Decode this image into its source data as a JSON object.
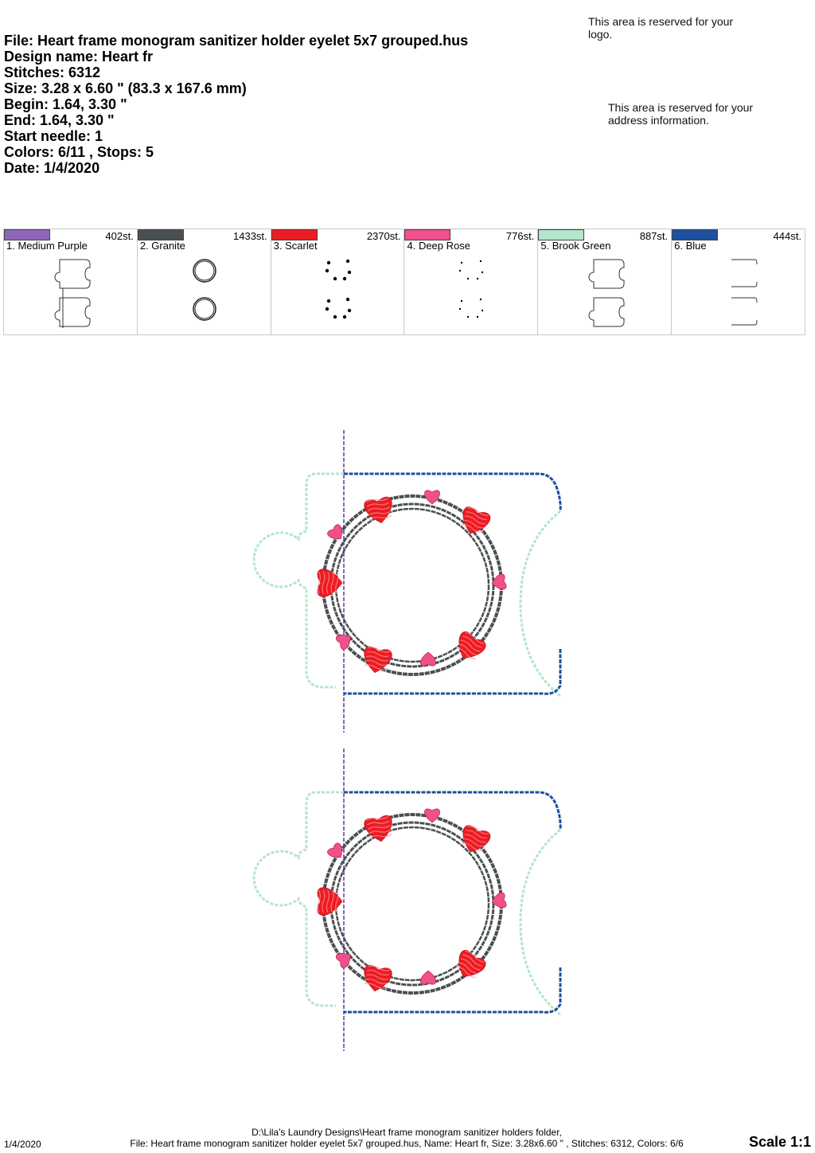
{
  "info": {
    "file": "File: Heart frame monogram sanitizer holder eyelet 5x7 grouped.hus",
    "design_name": "Design name: Heart fr",
    "stitches": "Stitches: 6312",
    "size": "Size: 3.28 x 6.60 \" (83.3 x 167.6 mm)",
    "begin": "Begin: 1.64, 3.30 \"",
    "end": "End: 1.64, 3.30 \"",
    "start_needle": "Start needle: 1",
    "colors_stops": "Colors: 6/11 , Stops: 5",
    "date": "Date: 1/4/2020"
  },
  "reserved": {
    "logo": "This area is reserved for your logo.",
    "address": "This area is reserved for your address information."
  },
  "thread_colors": [
    {
      "label": "1. Medium Purple",
      "stitches": "402st.",
      "color": "#8e66b8",
      "thumb": "outline-purple"
    },
    {
      "label": "2. Granite",
      "stitches": "1433st.",
      "color": "#4a5051",
      "thumb": "rings"
    },
    {
      "label": "3. Scarlet",
      "stitches": "2370st.",
      "color": "#ec1c24",
      "thumb": "dots-large"
    },
    {
      "label": "4. Deep Rose",
      "stitches": "776st.",
      "color": "#f0508c",
      "thumb": "dots-small"
    },
    {
      "label": "5. Brook Green",
      "stitches": "887st.",
      "color": "#b4e6cc",
      "thumb": "outline-green"
    },
    {
      "label": "6. Blue",
      "stitches": "444st.",
      "color": "#1e50a0",
      "thumb": "outline-blue"
    }
  ],
  "footer": {
    "path": "D:\\Lila's Laundry Designs\\Heart frame monogram sanitizer holders folder,",
    "file_line": "File: Heart frame monogram sanitizer holder eyelet 5x7 grouped.hus, Name: Heart fr, Size: 3.28x6.60 \" , Stitches: 6312, Colors: 6/6",
    "date": "1/4/2020",
    "scale": "Scale 1:1"
  }
}
